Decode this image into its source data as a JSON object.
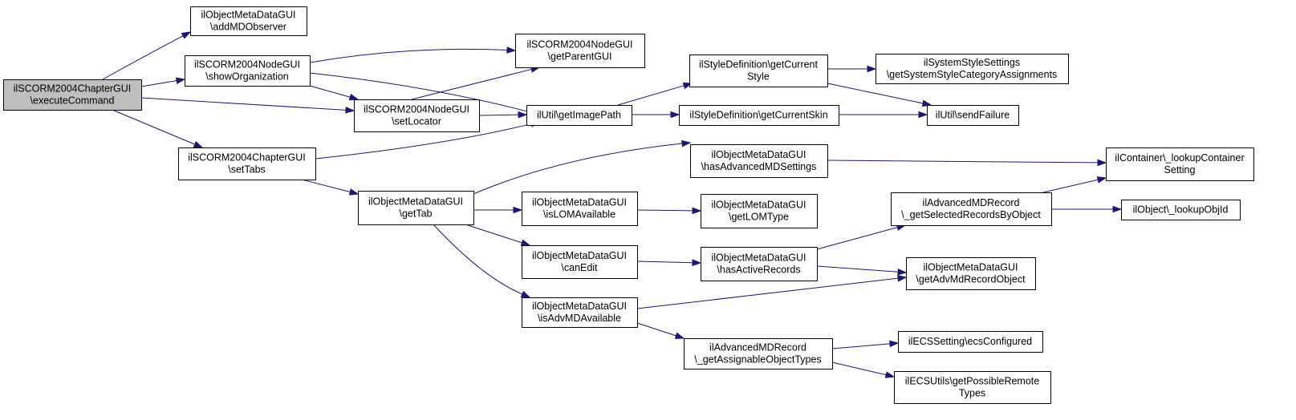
{
  "diagram": {
    "type": "call-graph",
    "colors": {
      "edge": "#191970",
      "root_fill": "#bfbfbf",
      "node_fill": "#ffffff",
      "border": "#000000"
    },
    "nodes": [
      {
        "id": "root",
        "lines": [
          "ilSCORM2004ChapterGUI",
          "\\executeCommand"
        ]
      },
      {
        "id": "addmd",
        "lines": [
          "ilObjectMetaDataGUI",
          "\\addMDObserver"
        ]
      },
      {
        "id": "showorg",
        "lines": [
          "ilSCORM2004NodeGUI",
          "\\showOrganization"
        ]
      },
      {
        "id": "setlocator",
        "lines": [
          "ilSCORM2004NodeGUI",
          "\\setLocator"
        ]
      },
      {
        "id": "settabs",
        "lines": [
          "ilSCORM2004ChapterGUI",
          "\\setTabs"
        ]
      },
      {
        "id": "getparent",
        "lines": [
          "ilSCORM2004NodeGUI",
          "\\getParentGUI"
        ]
      },
      {
        "id": "getimage",
        "lines": [
          "ilUtil\\getImagePath"
        ]
      },
      {
        "id": "gettab",
        "lines": [
          "ilObjectMetaDataGUI",
          "\\getTab"
        ]
      },
      {
        "id": "curstyle",
        "lines": [
          "ilStyleDefinition\\getCurrent",
          "Style"
        ]
      },
      {
        "id": "curskin",
        "lines": [
          "ilStyleDefinition\\getCurrentSkin"
        ]
      },
      {
        "id": "hasadv",
        "lines": [
          "ilObjectMetaDataGUI",
          "\\hasAdvancedMDSettings"
        ]
      },
      {
        "id": "islom",
        "lines": [
          "ilObjectMetaDataGUI",
          "\\isLOMAvailable"
        ]
      },
      {
        "id": "canedit",
        "lines": [
          "ilObjectMetaDataGUI",
          "\\canEdit"
        ]
      },
      {
        "id": "isadv",
        "lines": [
          "ilObjectMetaDataGUI",
          "\\isAdvMDAvailable"
        ]
      },
      {
        "id": "syscat",
        "lines": [
          "ilSystemStyleSettings",
          "\\getSystemStyleCategoryAssignments"
        ]
      },
      {
        "id": "sendfail",
        "lines": [
          "ilUtil\\sendFailure"
        ]
      },
      {
        "id": "getlom",
        "lines": [
          "ilObjectMetaDataGUI",
          "\\getLOMType"
        ]
      },
      {
        "id": "hasactive",
        "lines": [
          "ilObjectMetaDataGUI",
          "\\hasActiveRecords"
        ]
      },
      {
        "id": "assignable",
        "lines": [
          "ilAdvancedMDRecord",
          "\\_getAssignableObjectTypes"
        ]
      },
      {
        "id": "selected",
        "lines": [
          "ilAdvancedMDRecord",
          "\\_getSelectedRecordsByObject"
        ]
      },
      {
        "id": "getadvrec",
        "lines": [
          "ilObjectMetaDataGUI",
          "\\getAdvMdRecordObject"
        ]
      },
      {
        "id": "ecsconf",
        "lines": [
          "ilECSSetting\\ecsConfigured"
        ]
      },
      {
        "id": "ecsremote",
        "lines": [
          "ilECSUtils\\getPossibleRemote",
          "Types"
        ]
      },
      {
        "id": "lookupcont",
        "lines": [
          "ilContainer\\_lookupContainer",
          "Setting"
        ]
      },
      {
        "id": "lookupobj",
        "lines": [
          "ilObject\\_lookupObjId"
        ]
      }
    ],
    "edges": [
      [
        "root",
        "addmd"
      ],
      [
        "root",
        "showorg"
      ],
      [
        "root",
        "setlocator"
      ],
      [
        "root",
        "settabs"
      ],
      [
        "showorg",
        "getparent"
      ],
      [
        "showorg",
        "getimage"
      ],
      [
        "showorg",
        "setlocator"
      ],
      [
        "setlocator",
        "getparent"
      ],
      [
        "setlocator",
        "getimage"
      ],
      [
        "settabs",
        "getimage"
      ],
      [
        "settabs",
        "gettab"
      ],
      [
        "getimage",
        "curstyle"
      ],
      [
        "getimage",
        "curskin"
      ],
      [
        "curstyle",
        "syscat"
      ],
      [
        "curstyle",
        "sendfail"
      ],
      [
        "curskin",
        "sendfail"
      ],
      [
        "gettab",
        "hasadv"
      ],
      [
        "gettab",
        "islom"
      ],
      [
        "gettab",
        "canedit"
      ],
      [
        "gettab",
        "isadv"
      ],
      [
        "hasadv",
        "lookupcont"
      ],
      [
        "islom",
        "getlom"
      ],
      [
        "canedit",
        "hasactive"
      ],
      [
        "hasactive",
        "selected"
      ],
      [
        "hasactive",
        "getadvrec"
      ],
      [
        "isadv",
        "getadvrec"
      ],
      [
        "isadv",
        "assignable"
      ],
      [
        "selected",
        "lookupcont"
      ],
      [
        "selected",
        "lookupobj"
      ],
      [
        "assignable",
        "ecsconf"
      ],
      [
        "assignable",
        "ecsremote"
      ]
    ]
  }
}
